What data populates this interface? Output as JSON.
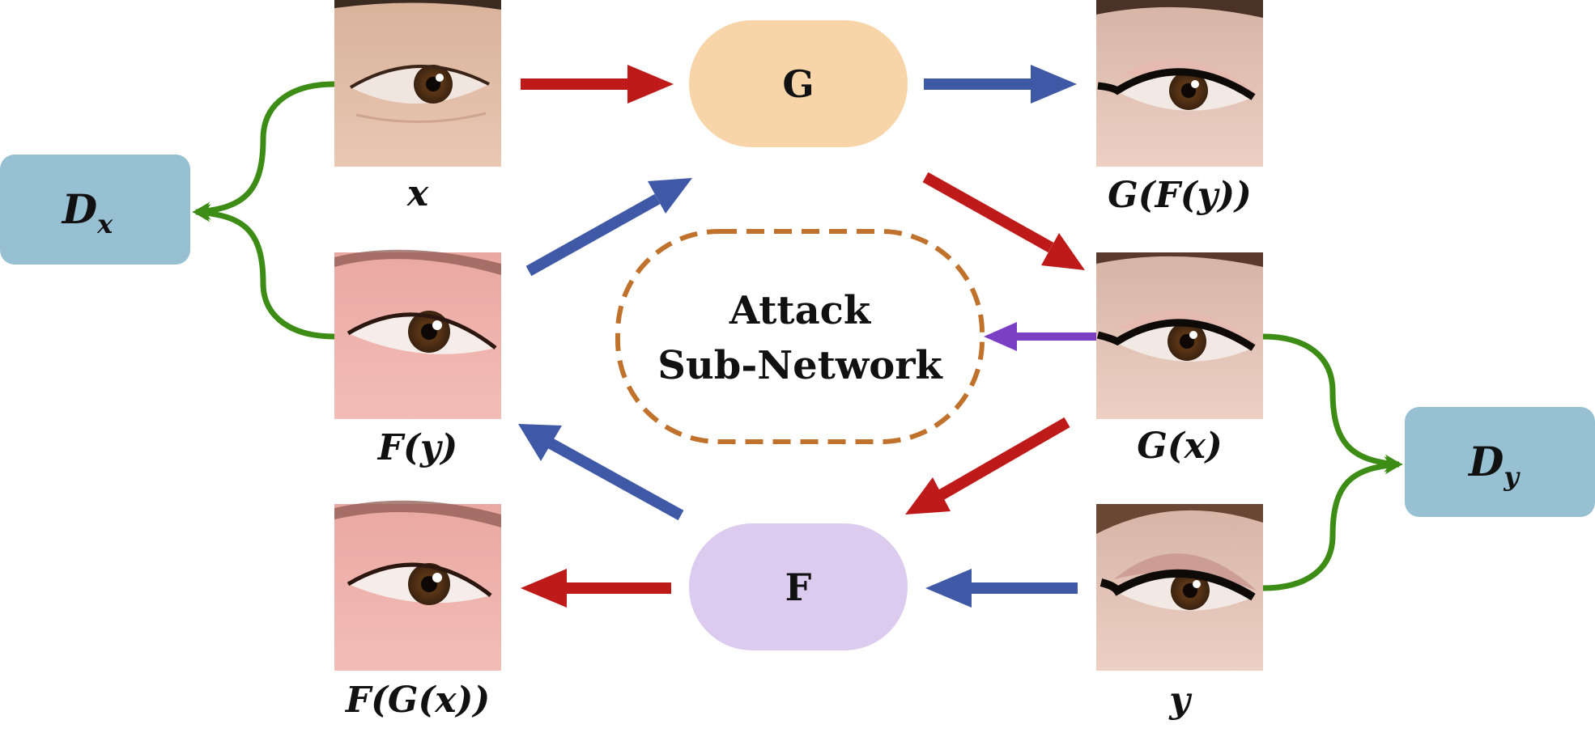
{
  "generators": {
    "g": {
      "label": "G",
      "fill": "#f8d5a8"
    },
    "f": {
      "label": "F",
      "fill": "#dccbee"
    }
  },
  "discriminators": {
    "dx": {
      "base": "D",
      "sub": "x",
      "fill": "#97c1d3"
    },
    "dy": {
      "base": "D",
      "sub": "y",
      "fill": "#97c1d3"
    }
  },
  "attack": {
    "line1": "Attack",
    "line2": "Sub-Network",
    "stroke": "#c0722d"
  },
  "images": {
    "x": {
      "caption": "x"
    },
    "fy": {
      "caption": "F(y)"
    },
    "fgx": {
      "caption": "F(G(x))"
    },
    "gfy": {
      "caption": "G(F(y))"
    },
    "gx": {
      "caption": "G(x)"
    },
    "y": {
      "caption": "y"
    }
  },
  "colors": {
    "red_arrow": "#bf1a1a",
    "blue_arrow": "#3f59a6",
    "purple_arrow": "#7b3fc4",
    "green_curve": "#3c8c15"
  }
}
